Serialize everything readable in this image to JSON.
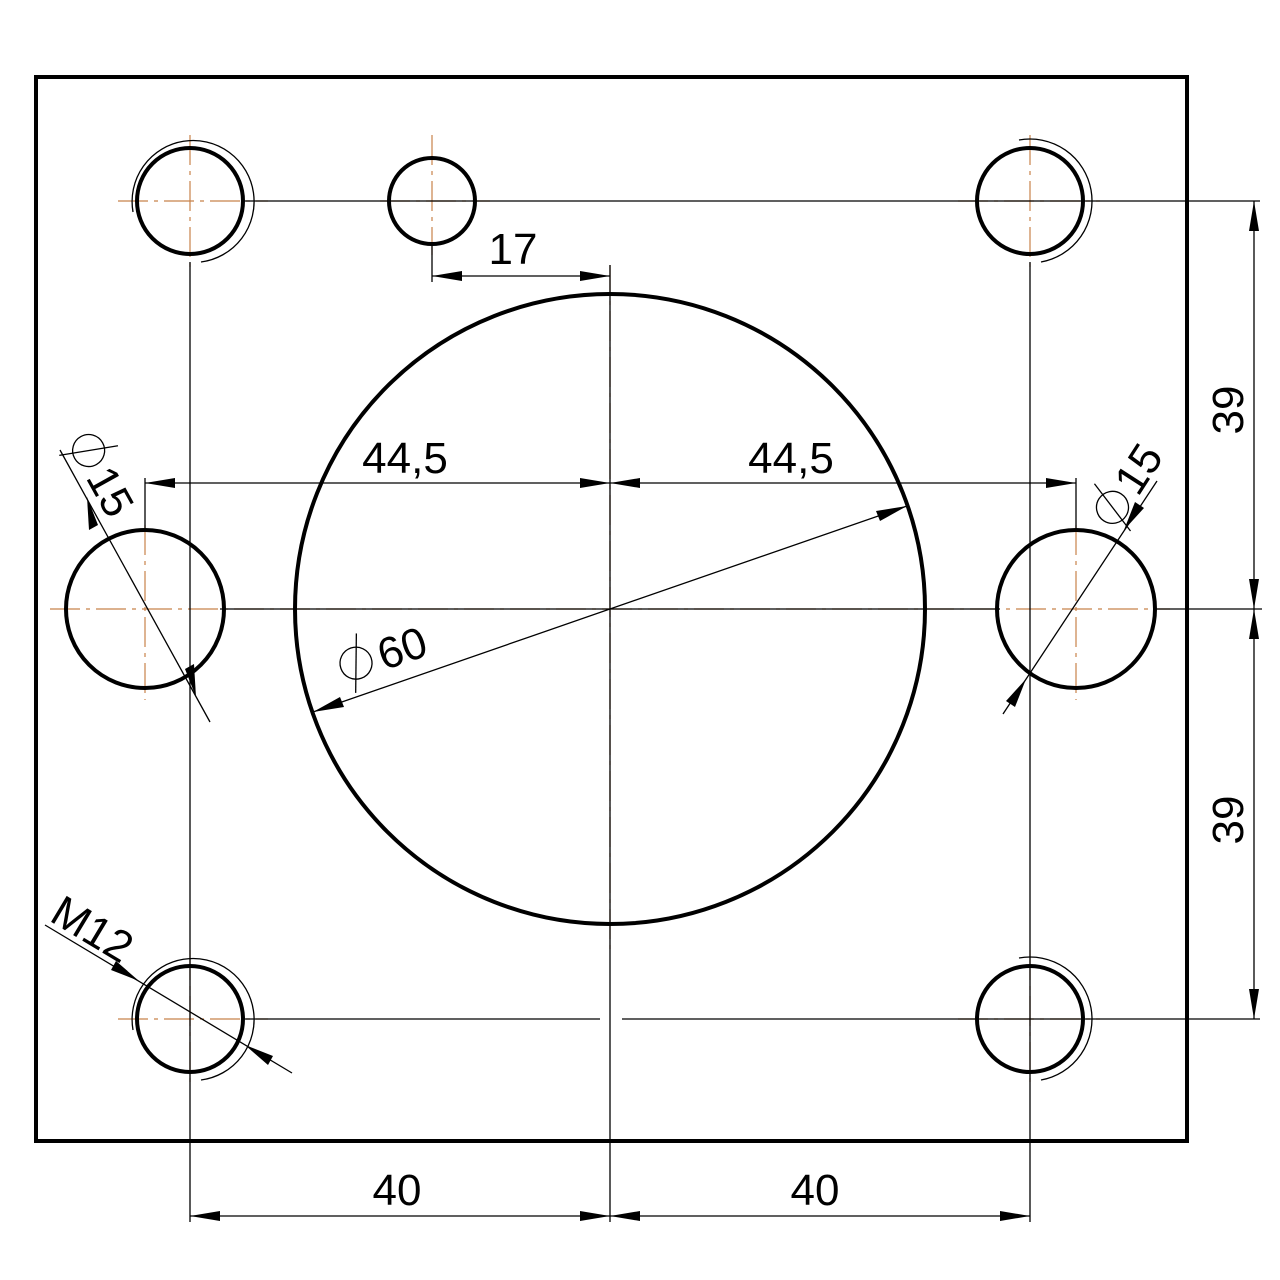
{
  "dimensions": {
    "top_offset": "17",
    "left_half_width": "44,5",
    "right_half_width": "44,5",
    "bore_diameter": "60",
    "left_hole_diameter": "15",
    "right_hole_diameter": "15",
    "thread_callout": "M12",
    "upper_half_height": "39",
    "lower_half_height": "39",
    "bottom_left_spacing": "40",
    "bottom_right_spacing": "40"
  }
}
